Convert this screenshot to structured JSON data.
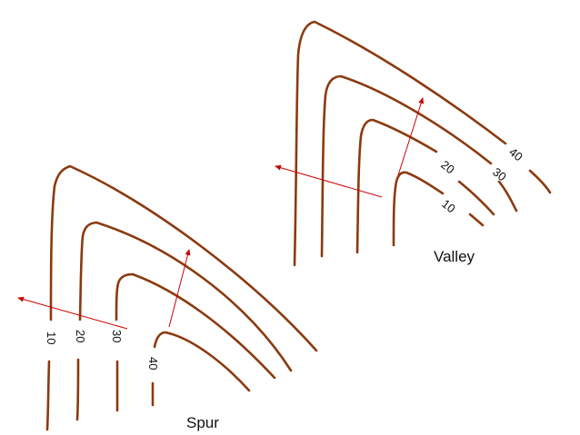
{
  "valley": {
    "title": "Valley",
    "contour_labels": [
      "10",
      "20",
      "30",
      "40"
    ]
  },
  "spur": {
    "title": "Spur",
    "contour_labels": [
      "10",
      "20",
      "30",
      "40"
    ]
  },
  "colors": {
    "contour": "#8B3A0F",
    "arrow": "#CC0000"
  }
}
